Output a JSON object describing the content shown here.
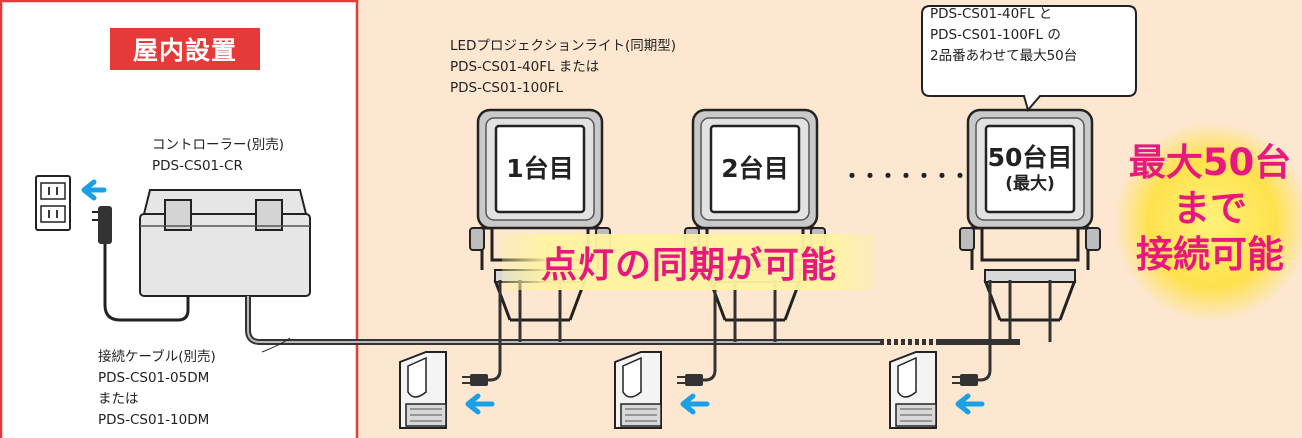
{
  "indoor": {
    "label": "屋内設置"
  },
  "controller": {
    "line1": "コントローラー(別売)",
    "line2": "PDS-CS01-CR"
  },
  "cable": {
    "line1": "接続ケーブル(別売)",
    "line2": "PDS-CS01-05DM",
    "line3": "または",
    "line4": "PDS-CS01-10DM"
  },
  "light": {
    "line1": "LEDプロジェクションライト(同期型)",
    "line2": "PDS-CS01-40FL または",
    "line3": "PDS-CS01-100FL"
  },
  "bubble": {
    "line1": "PDS-CS01-40FL と",
    "line2": "PDS-CS01-100FL の",
    "line3": "2品番あわせて最大50台"
  },
  "units": {
    "u1": "1台目",
    "u2": "2台目",
    "u3": "50台目",
    "u3_sub": "(最大)"
  },
  "dots": "・・・・・・・",
  "banner": "点灯の同期が可能",
  "max_badge": {
    "line1": "最大50台",
    "line2": "まで",
    "line3": "接続可能"
  },
  "colors": {
    "background": "#fde7d0",
    "accent_red": "#e63a3a",
    "magenta": "#e8197e",
    "arrow_blue": "#1aa0e6",
    "highlight_yellow": "#ffe97a"
  }
}
